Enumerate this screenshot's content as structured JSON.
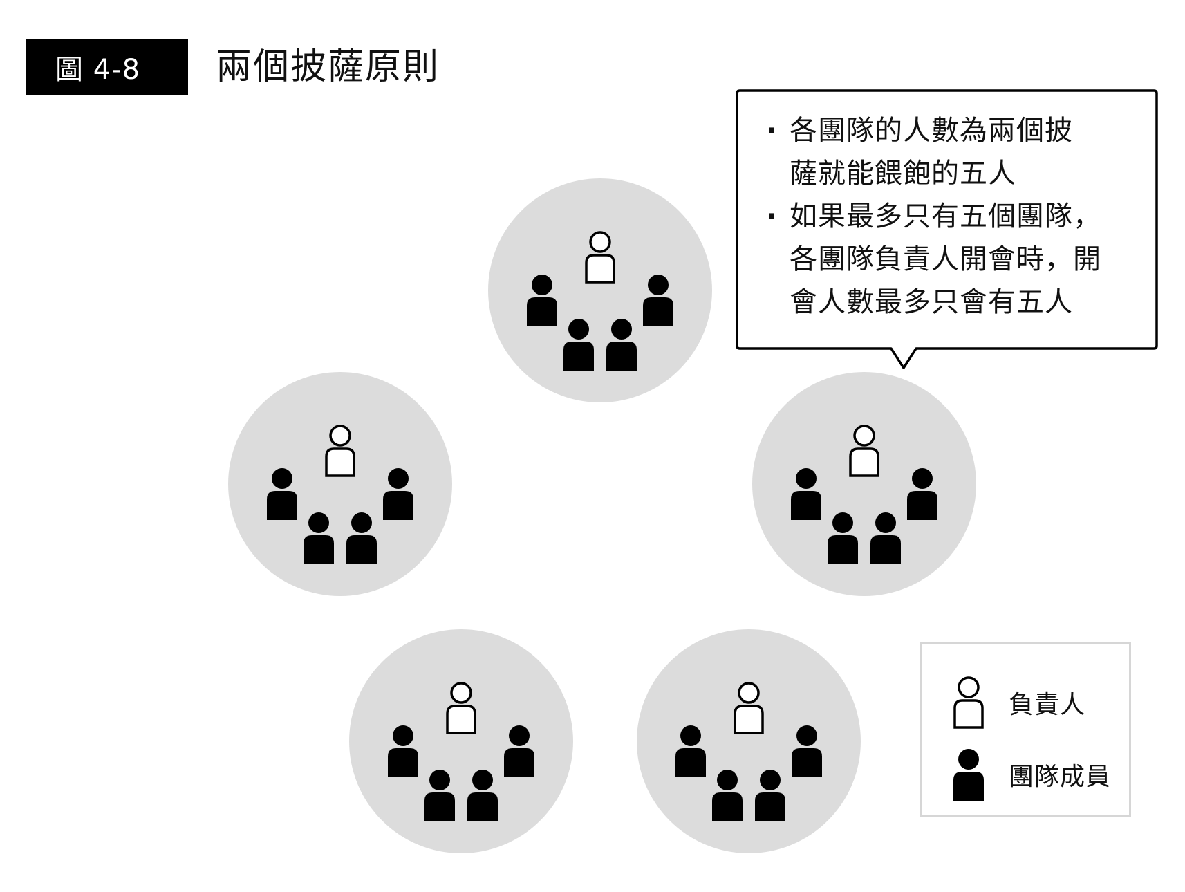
{
  "figure": {
    "label": "圖 4-8",
    "title": "兩個披薩原則"
  },
  "callout": {
    "bullets": [
      [
        "各團隊的人數為兩個披",
        "薩就能餵飽的五人"
      ],
      [
        "如果最多只有五個團隊，",
        "各團隊負責人開會時，開",
        "會人數最多只會有五人"
      ]
    ]
  },
  "legend": {
    "leader_label": "負責人",
    "member_label": "團隊成員"
  },
  "teams": [
    {
      "leaders": 1,
      "members": 4
    },
    {
      "leaders": 1,
      "members": 4
    },
    {
      "leaders": 1,
      "members": 4
    },
    {
      "leaders": 1,
      "members": 4
    },
    {
      "leaders": 1,
      "members": 4
    }
  ],
  "colors": {
    "team_circle": "#dcdcdc",
    "member": "#000000",
    "leader_fill": "#ffffff",
    "leader_stroke": "#000000"
  }
}
